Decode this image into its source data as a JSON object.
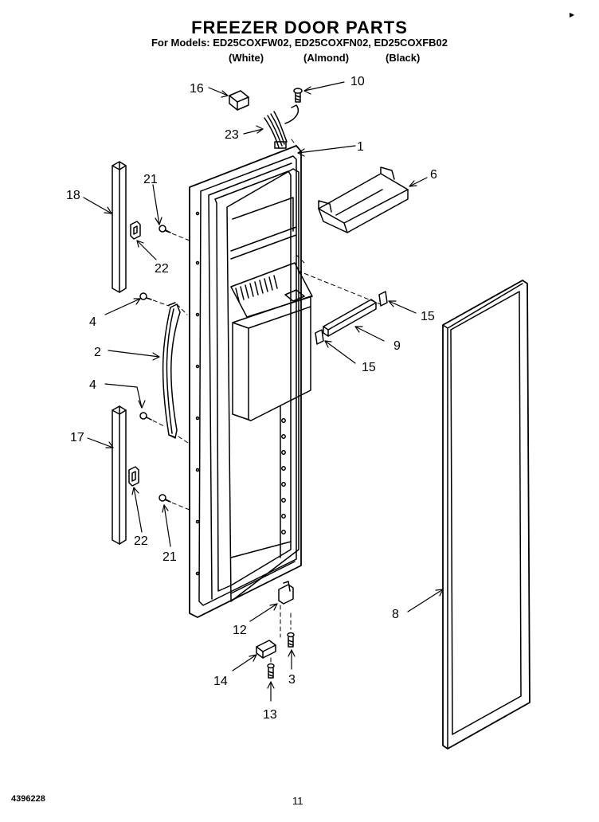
{
  "header": {
    "title": "FREEZER DOOR PARTS",
    "models_line": "For Models: ED25COXFW02, ED25COXFN02, ED25COXFB02",
    "variants": [
      "(White)",
      "(Almond)",
      "(Black)"
    ]
  },
  "footer": {
    "doc_number": "4396228",
    "page_number": "11"
  },
  "corner_mark": "▶",
  "callouts": {
    "c16": "16",
    "c10": "10",
    "c23": "23",
    "c1": "1",
    "c6": "6",
    "c18": "18",
    "c21a": "21",
    "c22a": "22",
    "c4a": "4",
    "c2": "2",
    "c15a": "15",
    "c9": "9",
    "c15b": "15",
    "c4b": "4",
    "c17": "17",
    "c22b": "22",
    "c21b": "21",
    "c8": "8",
    "c12": "12",
    "c14": "14",
    "c3": "3",
    "c13": "13"
  }
}
